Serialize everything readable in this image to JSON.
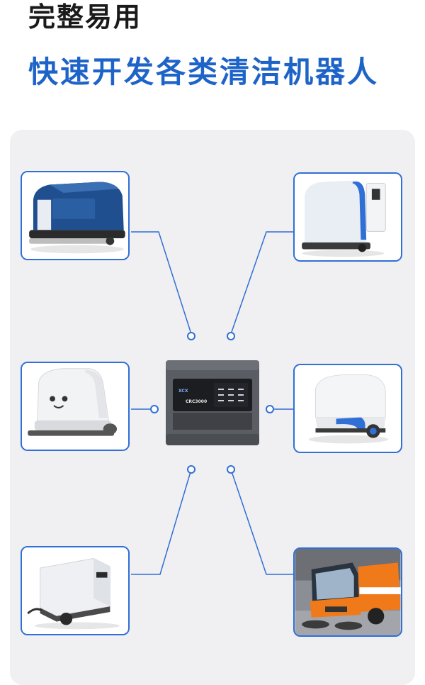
{
  "header": {
    "title": "完整易用",
    "subtitle": "快速开发各类清洁机器人"
  },
  "controller": {
    "model": "CRC3000",
    "logo": "XCX"
  },
  "colors": {
    "title": "#1a1a1a",
    "subtitle": "#1e64c8",
    "accent": "#2f6fd6",
    "panel": "#f0eff1"
  },
  "robots": [
    {
      "icon": "blue-scrubber-robot"
    },
    {
      "icon": "white-scrubber-robot"
    },
    {
      "icon": "cartoon-face-sweeper-robot"
    },
    {
      "icon": "dome-vacuum-robot"
    },
    {
      "icon": "boxy-sweeper-robot"
    },
    {
      "icon": "orange-street-sweeper-truck"
    }
  ]
}
